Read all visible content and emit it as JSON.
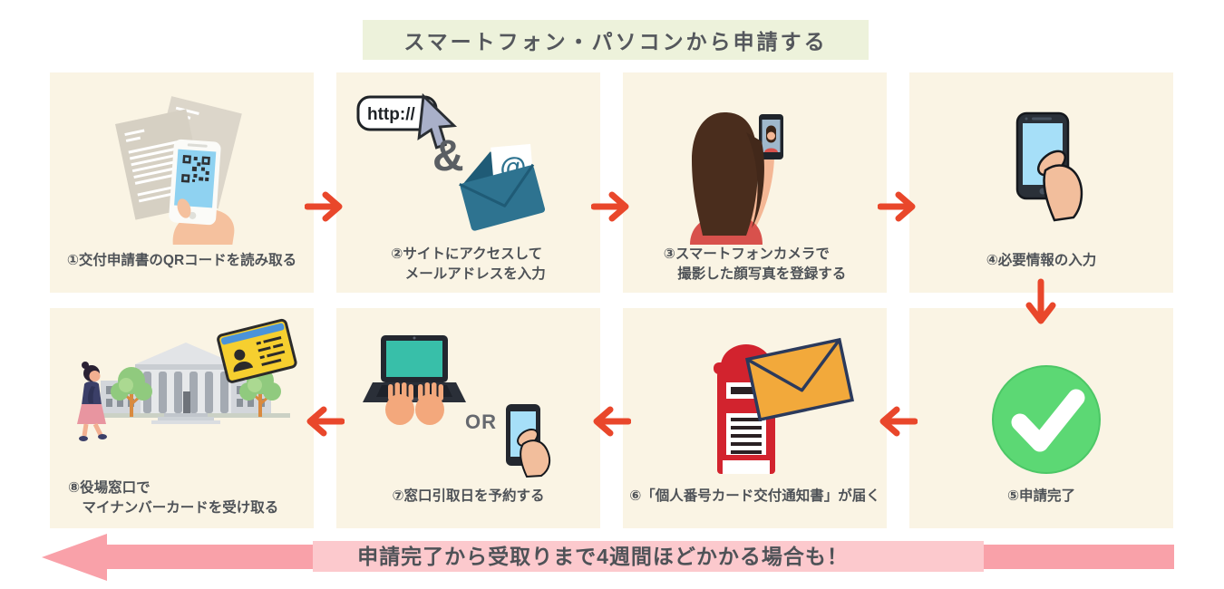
{
  "title": {
    "text": "スマートフォン・パソコンから申請する"
  },
  "steps": [
    {
      "lines": [
        "①交付申請書のQRコードを読み取る"
      ]
    },
    {
      "lines": [
        "②サイトにアクセスして",
        "メールアドレスを入力"
      ]
    },
    {
      "lines": [
        "③スマートフォンカメラで",
        "撮影した顔写真を登録する"
      ]
    },
    {
      "lines": [
        "④必要情報の入力"
      ]
    },
    {
      "lines": [
        "⑤申請完了"
      ]
    },
    {
      "lines": [
        "⑥「個人番号カード交付通知書」が届く"
      ]
    },
    {
      "lines": [
        "⑦窓口引取日を予約する"
      ]
    },
    {
      "lines": [
        "⑧役場窓口で",
        "マイナンバーカードを受け取る"
      ]
    }
  ],
  "labels": {
    "http": "http://",
    "amp": "&",
    "at": "@",
    "or": "OR"
  },
  "banner": {
    "text": "申請完了から受取りまで4週間ほどかかる場合も！"
  },
  "icons": {
    "step_arrow": "orange right/left arrow between steps",
    "down_arrow": "orange down arrow from step 4 to step 5",
    "return_arrow": "large pink left arrow banner"
  },
  "colors": {
    "card_bg": "#FAF4E4",
    "title_bg": "#EDF2DB",
    "arrow_orange": "#E9472B",
    "banner_pink": "#F9A1A9",
    "banner_light_pink": "#FCC9CD",
    "text": "#4E5257",
    "check_green": "#5CD874",
    "postbox_red": "#D2232E",
    "envelope_orange": "#F2A93B",
    "envelope_teal": "#2E7390",
    "id_card_yellow": "#F6CF2F",
    "screen_blue": "#A6DFF8",
    "laptop_teal": "#38BFA9"
  }
}
